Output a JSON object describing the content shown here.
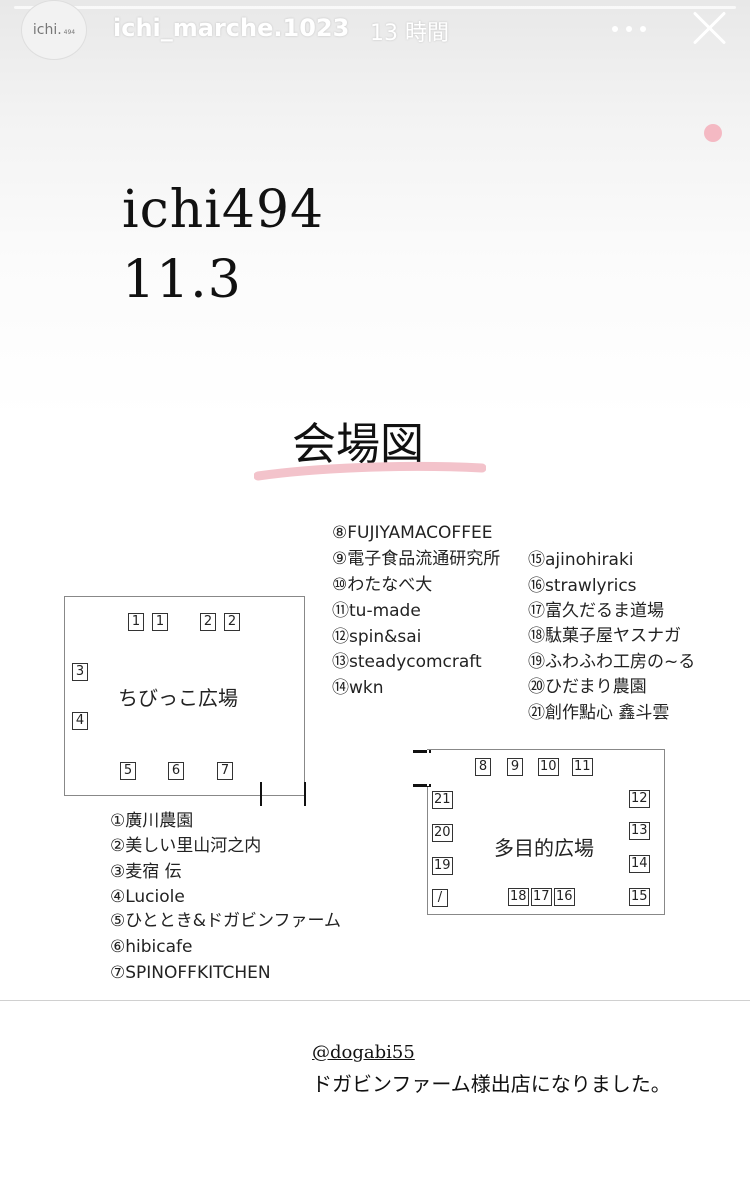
{
  "story": {
    "username": "ichi_marche.1023",
    "time": "13 時間",
    "avatar_text": "ichi.",
    "avatar_sub": "494",
    "more_icon": "more-dots-icon",
    "close_icon": "close-icon"
  },
  "poster": {
    "title": "ichi494",
    "date": "11.3",
    "heading": "会場図",
    "area1": {
      "name": "ちびっこ広場",
      "booths": [
        "1",
        "1",
        "2",
        "2",
        "3",
        "4",
        "5",
        "6",
        "7"
      ],
      "legend": [
        "①廣川農園",
        "②美しい里山河之内",
        "③麦宿 伝",
        "④Luciole",
        "⑤ひととき&ドガビンファーム",
        "⑥hibicafe",
        "⑦SPINOFFKITCHEN"
      ]
    },
    "area2": {
      "name": "多目的広場",
      "booths": [
        "8",
        "9",
        "10",
        "11",
        "12",
        "13",
        "14",
        "15",
        "16",
        "17",
        "18",
        "19",
        "20",
        "21",
        "/"
      ],
      "legend_a": [
        "⑧FUJIYAMACOFFEE",
        "⑨電子食品流通研究所",
        "⑩わたなべ大",
        "⑪tu-made",
        "⑫spin&sai",
        "⑬steadycomcraft",
        "⑭wkn"
      ],
      "legend_b": [
        "⑮ajinohiraki",
        "⑯strawlyrics",
        "⑰富久だるま道場",
        "⑱駄菓子屋ヤスナガ",
        "⑲ふわふわ工房の~る",
        "⑳ひだまり農園",
        "㉑創作點心 鑫斗雲"
      ]
    }
  },
  "caption": {
    "handle": "@dogabi55",
    "text": "ドガビンファーム様出店になりました。"
  }
}
